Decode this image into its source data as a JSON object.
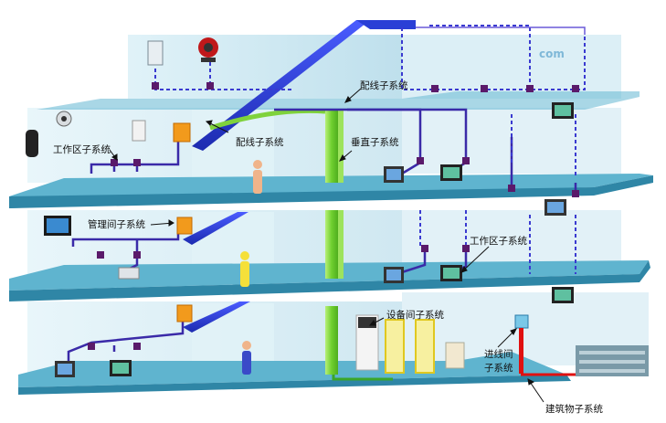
{
  "labels": {
    "horizontal_top": "配线子系统",
    "horizontal_mid": "配线子系统",
    "vertical": "垂直子系统",
    "work_area_left": "工作区子系统",
    "admin": "管理间子系统",
    "work_area_right": "工作区子系统",
    "equipment_room": "设备间子系统",
    "entrance_line1": "进线间",
    "entrance_line2": "子系统",
    "building": "建筑物子系统"
  },
  "watermark": "com",
  "colors": {
    "floor_top": "#5fb4cf",
    "floor_front": "#2f86a6",
    "wall": "#c8e6f0",
    "backbone_blue": "#2a3fd6",
    "vertical_green": "#7fd23c",
    "cable_purple": "#3a2aa8",
    "dashed_cable": "#3a3ad0",
    "connector": "#5a1a6a",
    "telecom_box": "#f29a1c",
    "riser_red": "#e01010"
  }
}
